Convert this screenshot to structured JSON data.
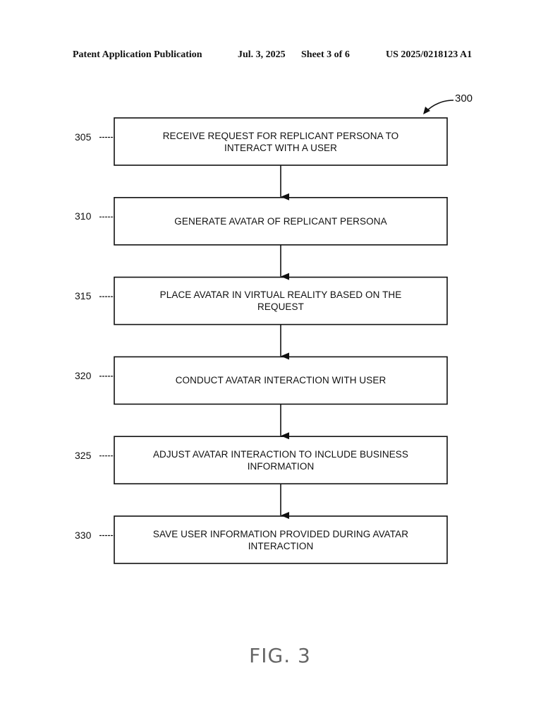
{
  "header": {
    "publication": "Patent Application Publication",
    "date": "Jul. 3, 2025",
    "sheet": "Sheet 3 of 6",
    "number": "US 2025/0218123 A1"
  },
  "figure": {
    "reference": "300",
    "caption": "FIG. 3"
  },
  "steps": [
    {
      "ref": "305",
      "text": "RECEIVE REQUEST FOR REPLICANT PERSONA TO INTERACT WITH A USER"
    },
    {
      "ref": "310",
      "text": "GENERATE AVATAR OF REPLICANT PERSONA"
    },
    {
      "ref": "315",
      "text": "PLACE AVATAR IN VIRTUAL REALITY BASED ON THE REQUEST"
    },
    {
      "ref": "320",
      "text": "CONDUCT AVATAR INTERACTION WITH USER"
    },
    {
      "ref": "325",
      "text": "ADJUST AVATAR INTERACTION TO INCLUDE BUSINESS INFORMATION"
    },
    {
      "ref": "330",
      "text": "SAVE USER INFORMATION PROVIDED DURING AVATAR INTERACTION"
    }
  ]
}
